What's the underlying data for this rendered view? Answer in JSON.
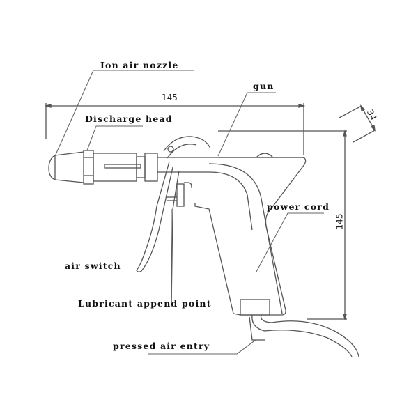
{
  "diagram": {
    "subject": "Ion air gun",
    "labels": {
      "ion_air_nozzle": "Ion air nozzle",
      "discharge_head": "Discharge head",
      "gun": "gun",
      "power_cord": "power cord",
      "air_switch": "air switch",
      "lubricant_append_point": "Lubricant append point",
      "pressed_air_entry": "pressed air entry"
    },
    "dimensions": {
      "width": "145",
      "height": "145",
      "depth": "34"
    },
    "colors": {
      "line": "#555555",
      "text": "#111111",
      "background": "#ffffff"
    }
  }
}
